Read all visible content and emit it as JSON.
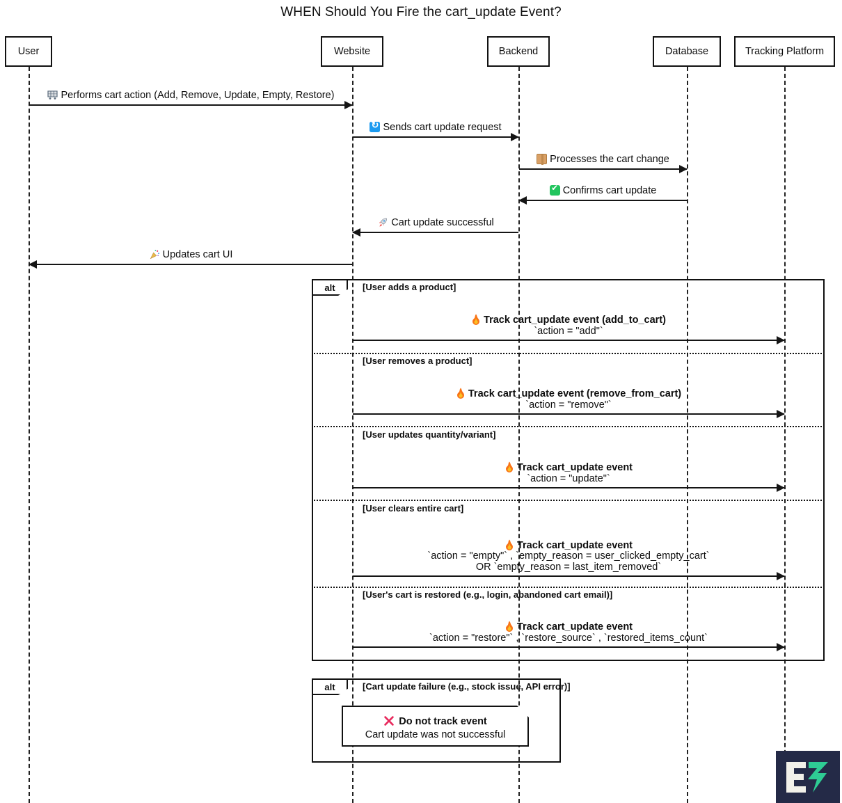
{
  "title": "WHEN Should You Fire the cart_update Event?",
  "participants": [
    {
      "name": "User",
      "id": "user"
    },
    {
      "name": "Website",
      "id": "website"
    },
    {
      "name": "Backend",
      "id": "backend"
    },
    {
      "name": "Database",
      "id": "database"
    },
    {
      "name": "Tracking Platform",
      "id": "tracking-platform"
    }
  ],
  "messages": [
    {
      "id": "performs-cart-action",
      "icon": "shopping-cart-icon",
      "text": "Performs cart action (Add, Remove, Update, Empty, Restore)",
      "from": "user",
      "to": "website",
      "direction": "right"
    },
    {
      "id": "sends-cart-update-request",
      "icon": "sync-icon",
      "text": "Sends cart update request",
      "from": "website",
      "to": "backend",
      "direction": "right"
    },
    {
      "id": "processes-cart-change",
      "icon": "package-icon",
      "text": "Processes the cart change",
      "from": "backend",
      "to": "database",
      "direction": "right"
    },
    {
      "id": "confirms-cart-update",
      "icon": "check-icon",
      "text": "Confirms cart update",
      "from": "database",
      "to": "backend",
      "direction": "left"
    },
    {
      "id": "cart-update-successful",
      "icon": "rocket-icon",
      "text": "Cart update successful",
      "from": "backend",
      "to": "website",
      "direction": "left"
    },
    {
      "id": "updates-cart-ui",
      "icon": "party-icon",
      "text": "Updates cart UI",
      "from": "website",
      "to": "user",
      "direction": "left"
    }
  ],
  "alt_blocks": [
    {
      "id": "alt-tracking",
      "tag": "alt",
      "fragments": [
        {
          "condition": "[User adds a product]",
          "message": {
            "icon": "fire-icon",
            "title": "Track cart_update event (add_to_cart)",
            "detail_lines": [
              "`action = \"add\"`"
            ],
            "from": "website",
            "to": "tracking-platform"
          }
        },
        {
          "condition": "[User removes a product]",
          "message": {
            "icon": "fire-icon",
            "title": "Track cart_update event (remove_from_cart)",
            "detail_lines": [
              "`action = \"remove\"`"
            ],
            "from": "website",
            "to": "tracking-platform"
          }
        },
        {
          "condition": "[User updates quantity/variant]",
          "message": {
            "icon": "fire-icon",
            "title": "Track cart_update event",
            "detail_lines": [
              "`action = \"update\"`"
            ],
            "from": "website",
            "to": "tracking-platform"
          }
        },
        {
          "condition": "[User clears entire cart]",
          "message": {
            "icon": "fire-icon",
            "title": "Track cart_update event",
            "detail_lines": [
              "`action = \"empty\"` , `empty_reason = user_clicked_empty_cart`",
              "OR `empty_reason = last_item_removed`"
            ],
            "from": "website",
            "to": "tracking-platform"
          }
        },
        {
          "condition": "[User's cart is restored (e.g., login, abandoned cart email)]",
          "message": {
            "icon": "fire-icon",
            "title": "Track cart_update event",
            "detail_lines": [
              "`action = \"restore\"` , `restore_source` , `restored_items_count`"
            ],
            "from": "website",
            "to": "tracking-platform"
          }
        }
      ]
    },
    {
      "id": "alt-failure",
      "tag": "alt",
      "fragments": [
        {
          "condition": "[Cart update failure (e.g., stock issue, API error)]",
          "note": {
            "icon": "cross-mark-icon",
            "title": "Do not track event",
            "body": "Cart update was not successful"
          }
        }
      ]
    }
  ],
  "logo": {
    "alt": "E3 logo",
    "background": "#242a47",
    "letter_color": "#f2f1ea",
    "accent_color": "#2ecc94"
  },
  "colors": {
    "line": "#151515",
    "text": "#0d0d0d",
    "background": "#ffffff",
    "fire": "#f97316",
    "cross": "#e8295c",
    "check": "#22c55e",
    "sync": "#1d9bf0"
  }
}
